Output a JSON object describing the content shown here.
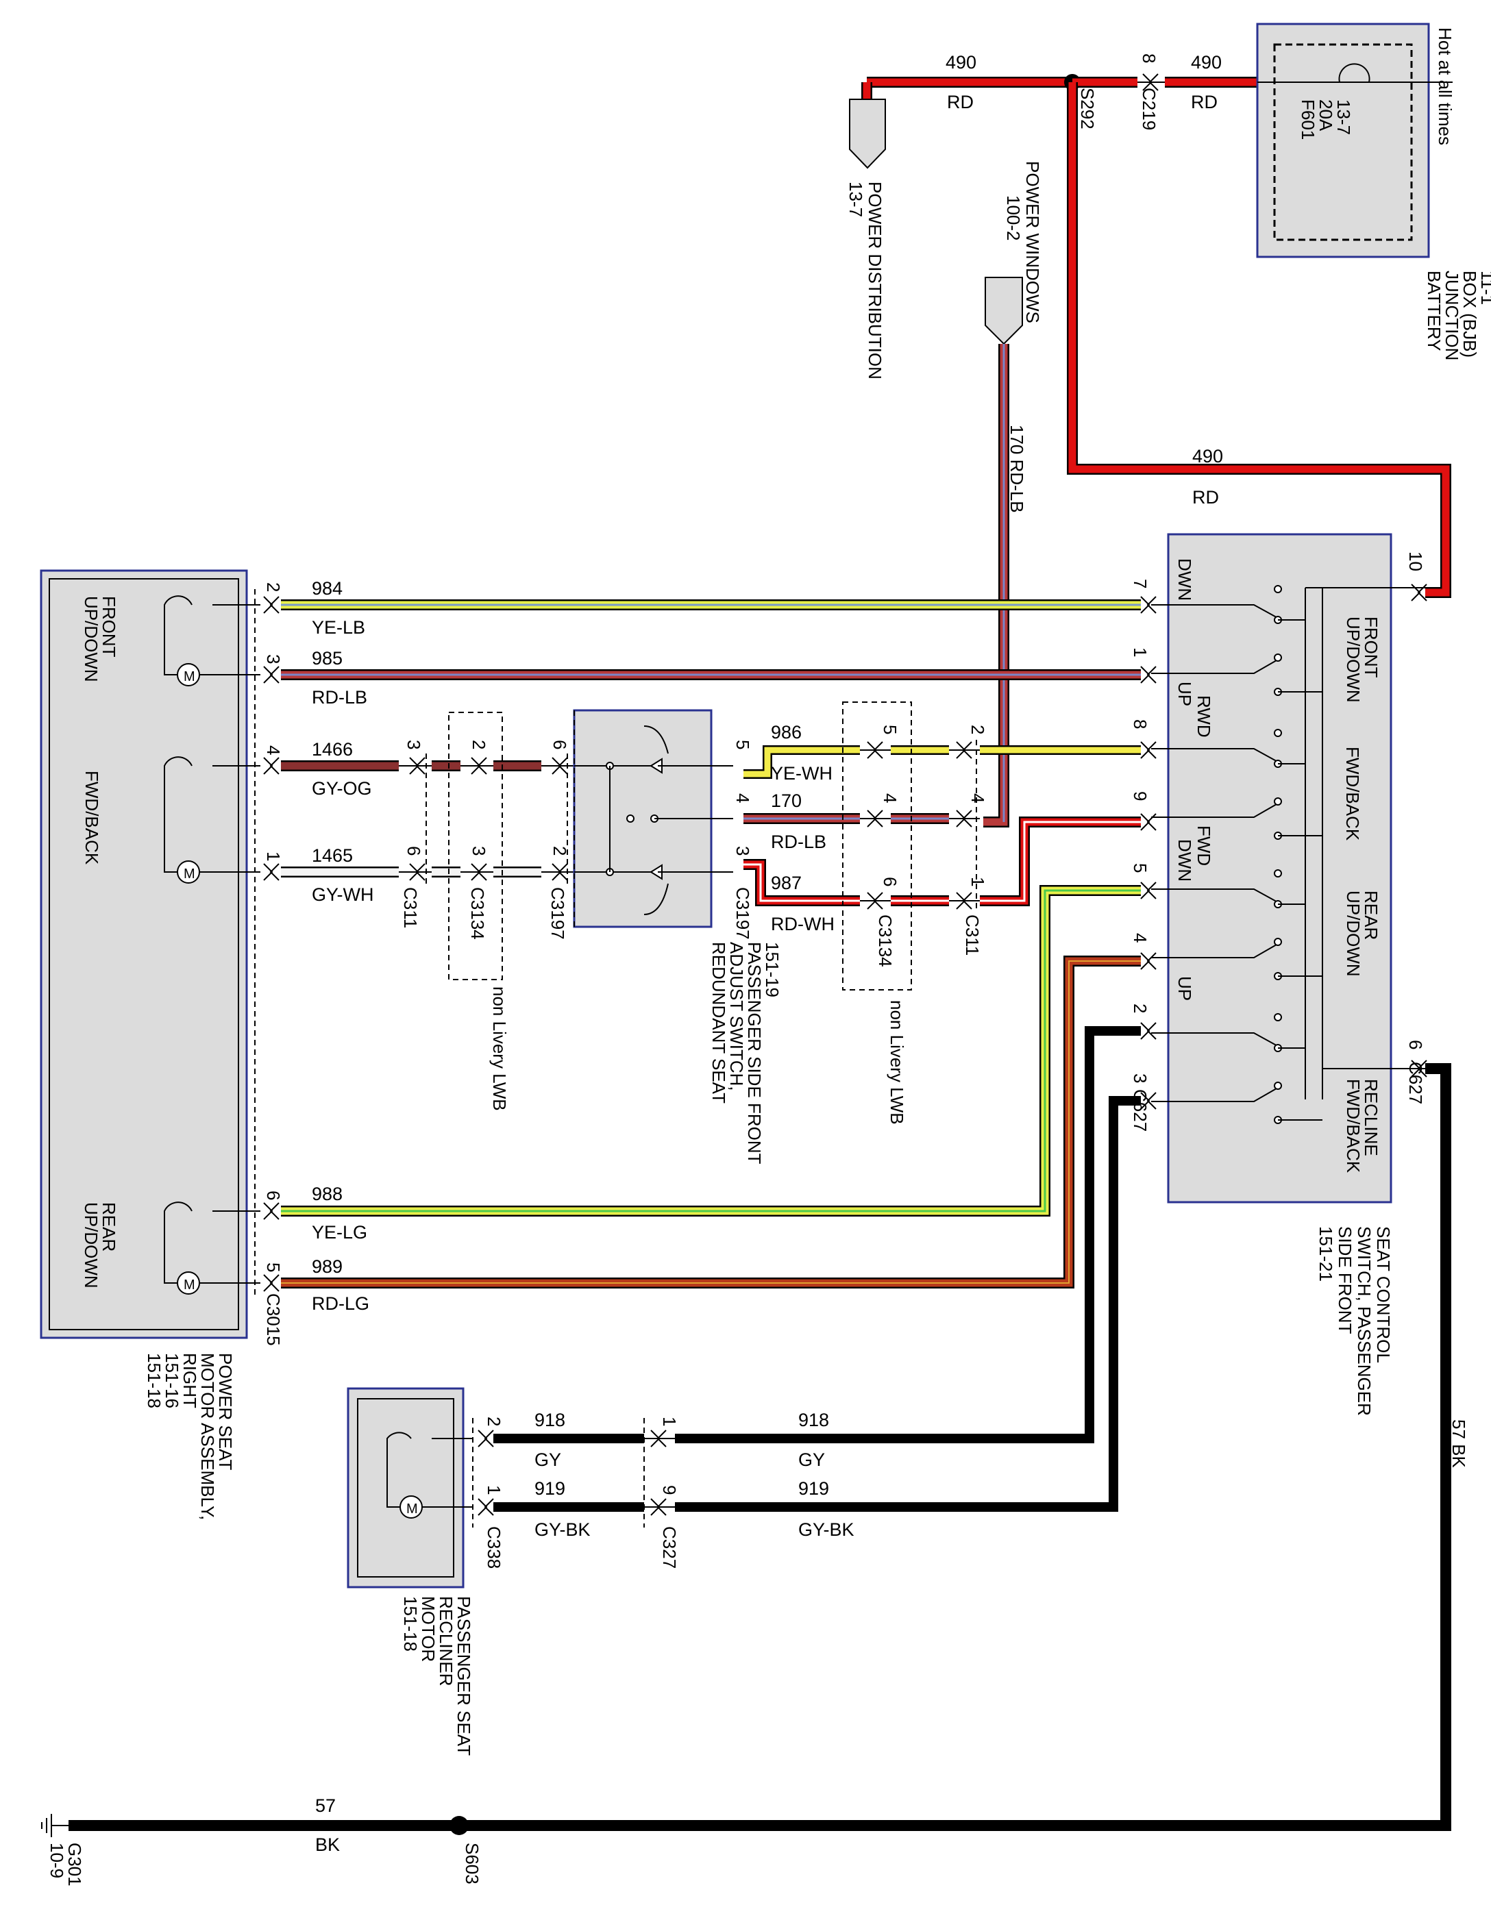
{
  "top": {
    "wire_490_a_num": "490",
    "wire_490_a_color": "RD",
    "wire_490_b_num": "490",
    "wire_490_b_color": "RD",
    "wire_490_c_num": "490",
    "wire_490_c_color": "RD",
    "splice_s292": "S292",
    "c219_pin": "8",
    "c219": "C219",
    "power_distribution": [
      "POWER DISTRIBUTION",
      "13-7"
    ],
    "power_windows": [
      "POWER WINDOWS",
      "100-2"
    ],
    "wire_170_vertical": "170   RD-LB",
    "hot_at_all_times": "Hot at all times",
    "fuse": [
      "F601",
      "20A",
      "13-7"
    ],
    "bjb": [
      "BATTERY",
      "JUNCTION",
      "BOX (BJB)",
      "11-1"
    ]
  },
  "seat_control_switch": {
    "title": [
      "SEAT CONTROL",
      "SWITCH, PASSENGER",
      "SIDE FRONT",
      "151-21"
    ],
    "labels": {
      "front_up_down": [
        "FRONT",
        "UP/DOWN"
      ],
      "fwd_back": "FWD/BACK",
      "rear_up_down": [
        "REAR",
        "UP/DOWN"
      ],
      "recline_fwd_back": [
        "RECLINE",
        "FWD/BACK"
      ],
      "dwn": "DWN",
      "up": "UP",
      "rwd": "RWD",
      "fwd": "FWD",
      "dwn2": "DWN",
      "up2": "UP"
    },
    "pins": [
      "7",
      "1",
      "8",
      "9",
      "5",
      "4",
      "2",
      "3"
    ],
    "pin_10": "10",
    "pin_6": "6",
    "c627_right": "C627",
    "c627_left": "C627"
  },
  "power_seat_motor": {
    "title": [
      "POWER SEAT",
      "MOTOR ASSEMBLY,",
      "RIGHT",
      "151-16",
      "151-18"
    ],
    "labels": {
      "front": [
        "FRONT",
        "UP/DOWN"
      ],
      "fwd_back": "FWD/BACK",
      "rear": [
        "REAR",
        "UP/DOWN"
      ]
    },
    "pins": [
      "2",
      "3",
      "4",
      "1",
      "6",
      "5"
    ],
    "connector": "C3015",
    "motor_symbol": "M"
  },
  "redundant_switch": {
    "title": [
      "REDUNDANT SEAT",
      "ADJUST SWITCH,",
      "PASSENGER SIDE FRONT",
      "151-19"
    ],
    "pins_left": [
      "6",
      "2"
    ],
    "pins_right": [
      "5",
      "4",
      "3"
    ],
    "connector_left": "C3197",
    "connector_right": "C3197"
  },
  "recliner_motor": {
    "title": [
      "PASSENGER SEAT",
      "RECLINER",
      "MOTOR",
      "151-18"
    ],
    "pins": [
      "2",
      "1"
    ],
    "connector": "C338",
    "c327_pins": [
      "1",
      "9"
    ],
    "c327": "C327"
  },
  "wires": {
    "w984": {
      "num": "984",
      "color": "YE-LB"
    },
    "w985": {
      "num": "985",
      "color": "RD-LB"
    },
    "w1466": {
      "num": "1466",
      "color": "GY-OG"
    },
    "w1465": {
      "num": "1465",
      "color": "GY-WH"
    },
    "w986": {
      "num": "986",
      "color": "YE-WH"
    },
    "w170": {
      "num": "170",
      "color": "RD-LB"
    },
    "w987": {
      "num": "987",
      "color": "RD-WH"
    },
    "w988": {
      "num": "988",
      "color": "YE-LG"
    },
    "w989": {
      "num": "989",
      "color": "RD-LG"
    },
    "w918_a": {
      "num": "918",
      "color": "GY"
    },
    "w918_b": {
      "num": "918",
      "color": "GY"
    },
    "w919_a": {
      "num": "919",
      "color": "GY-BK"
    },
    "w919_b": {
      "num": "919",
      "color": "GY-BK"
    },
    "w57_bottom": {
      "num": "57",
      "color": "BK"
    },
    "w57_vertical": "57   BK"
  },
  "inline_connectors": {
    "left_pins": [
      "3",
      "2",
      "6",
      "6",
      "3",
      "2"
    ],
    "left_c311": "C311",
    "left_c3134": "C3134",
    "left_c3197": "C3197",
    "right_pins": [
      "5",
      "2",
      "4",
      "4",
      "6",
      "1"
    ],
    "right_c3134": "C3134",
    "right_c311": "C311",
    "non_livery_left": "non Livery LWB",
    "non_livery_right": "non Livery LWB"
  },
  "ground": {
    "s603": "S603",
    "g301": [
      "G301",
      "10-9"
    ]
  }
}
